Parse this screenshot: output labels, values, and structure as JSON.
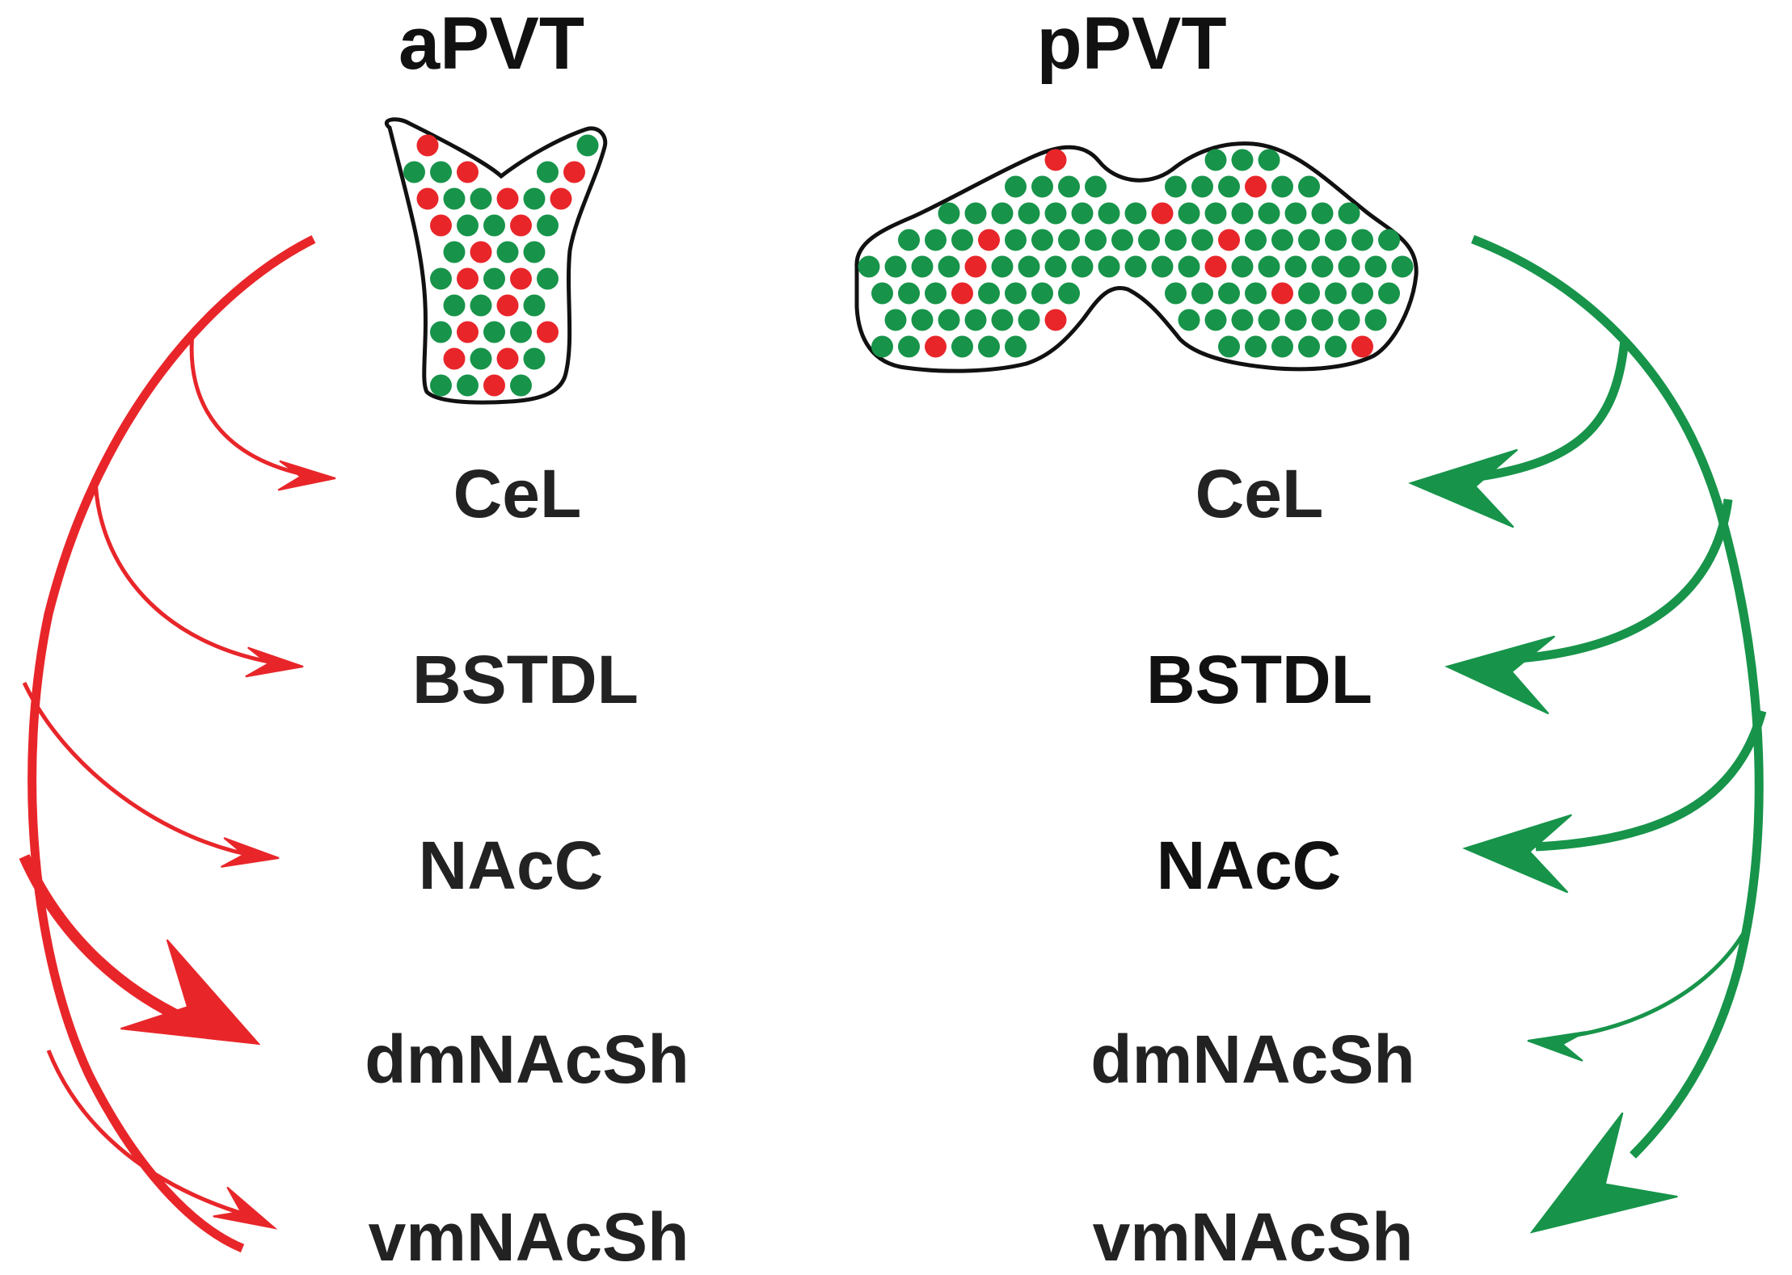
{
  "nuclei": {
    "anterior": {
      "label": "aPVT",
      "projection_color": "#e8262a",
      "dot_colors": {
        "red": "#e8262a",
        "green": "#17944a"
      }
    },
    "posterior": {
      "label": "pPVT",
      "projection_color": "#17944a",
      "dot_colors": {
        "red": "#e8262a",
        "green": "#17944a"
      }
    }
  },
  "targets": {
    "left": [
      "CeL",
      "BSTDL",
      "NAcC",
      "dmNAcSh",
      "vmNAcSh"
    ],
    "right": [
      "CeL",
      "BSTDL",
      "NAcC",
      "dmNAcSh",
      "vmNAcSh"
    ]
  },
  "projection_strength": {
    "anterior": {
      "CeL": "weak",
      "BSTDL": "weak",
      "NAcC": "weak",
      "dmNAcSh": "strong",
      "vmNAcSh": "weak"
    },
    "posterior": {
      "CeL": "strong",
      "BSTDL": "strong",
      "NAcC": "strong",
      "dmNAcSh": "weak",
      "vmNAcSh": "strong"
    }
  }
}
